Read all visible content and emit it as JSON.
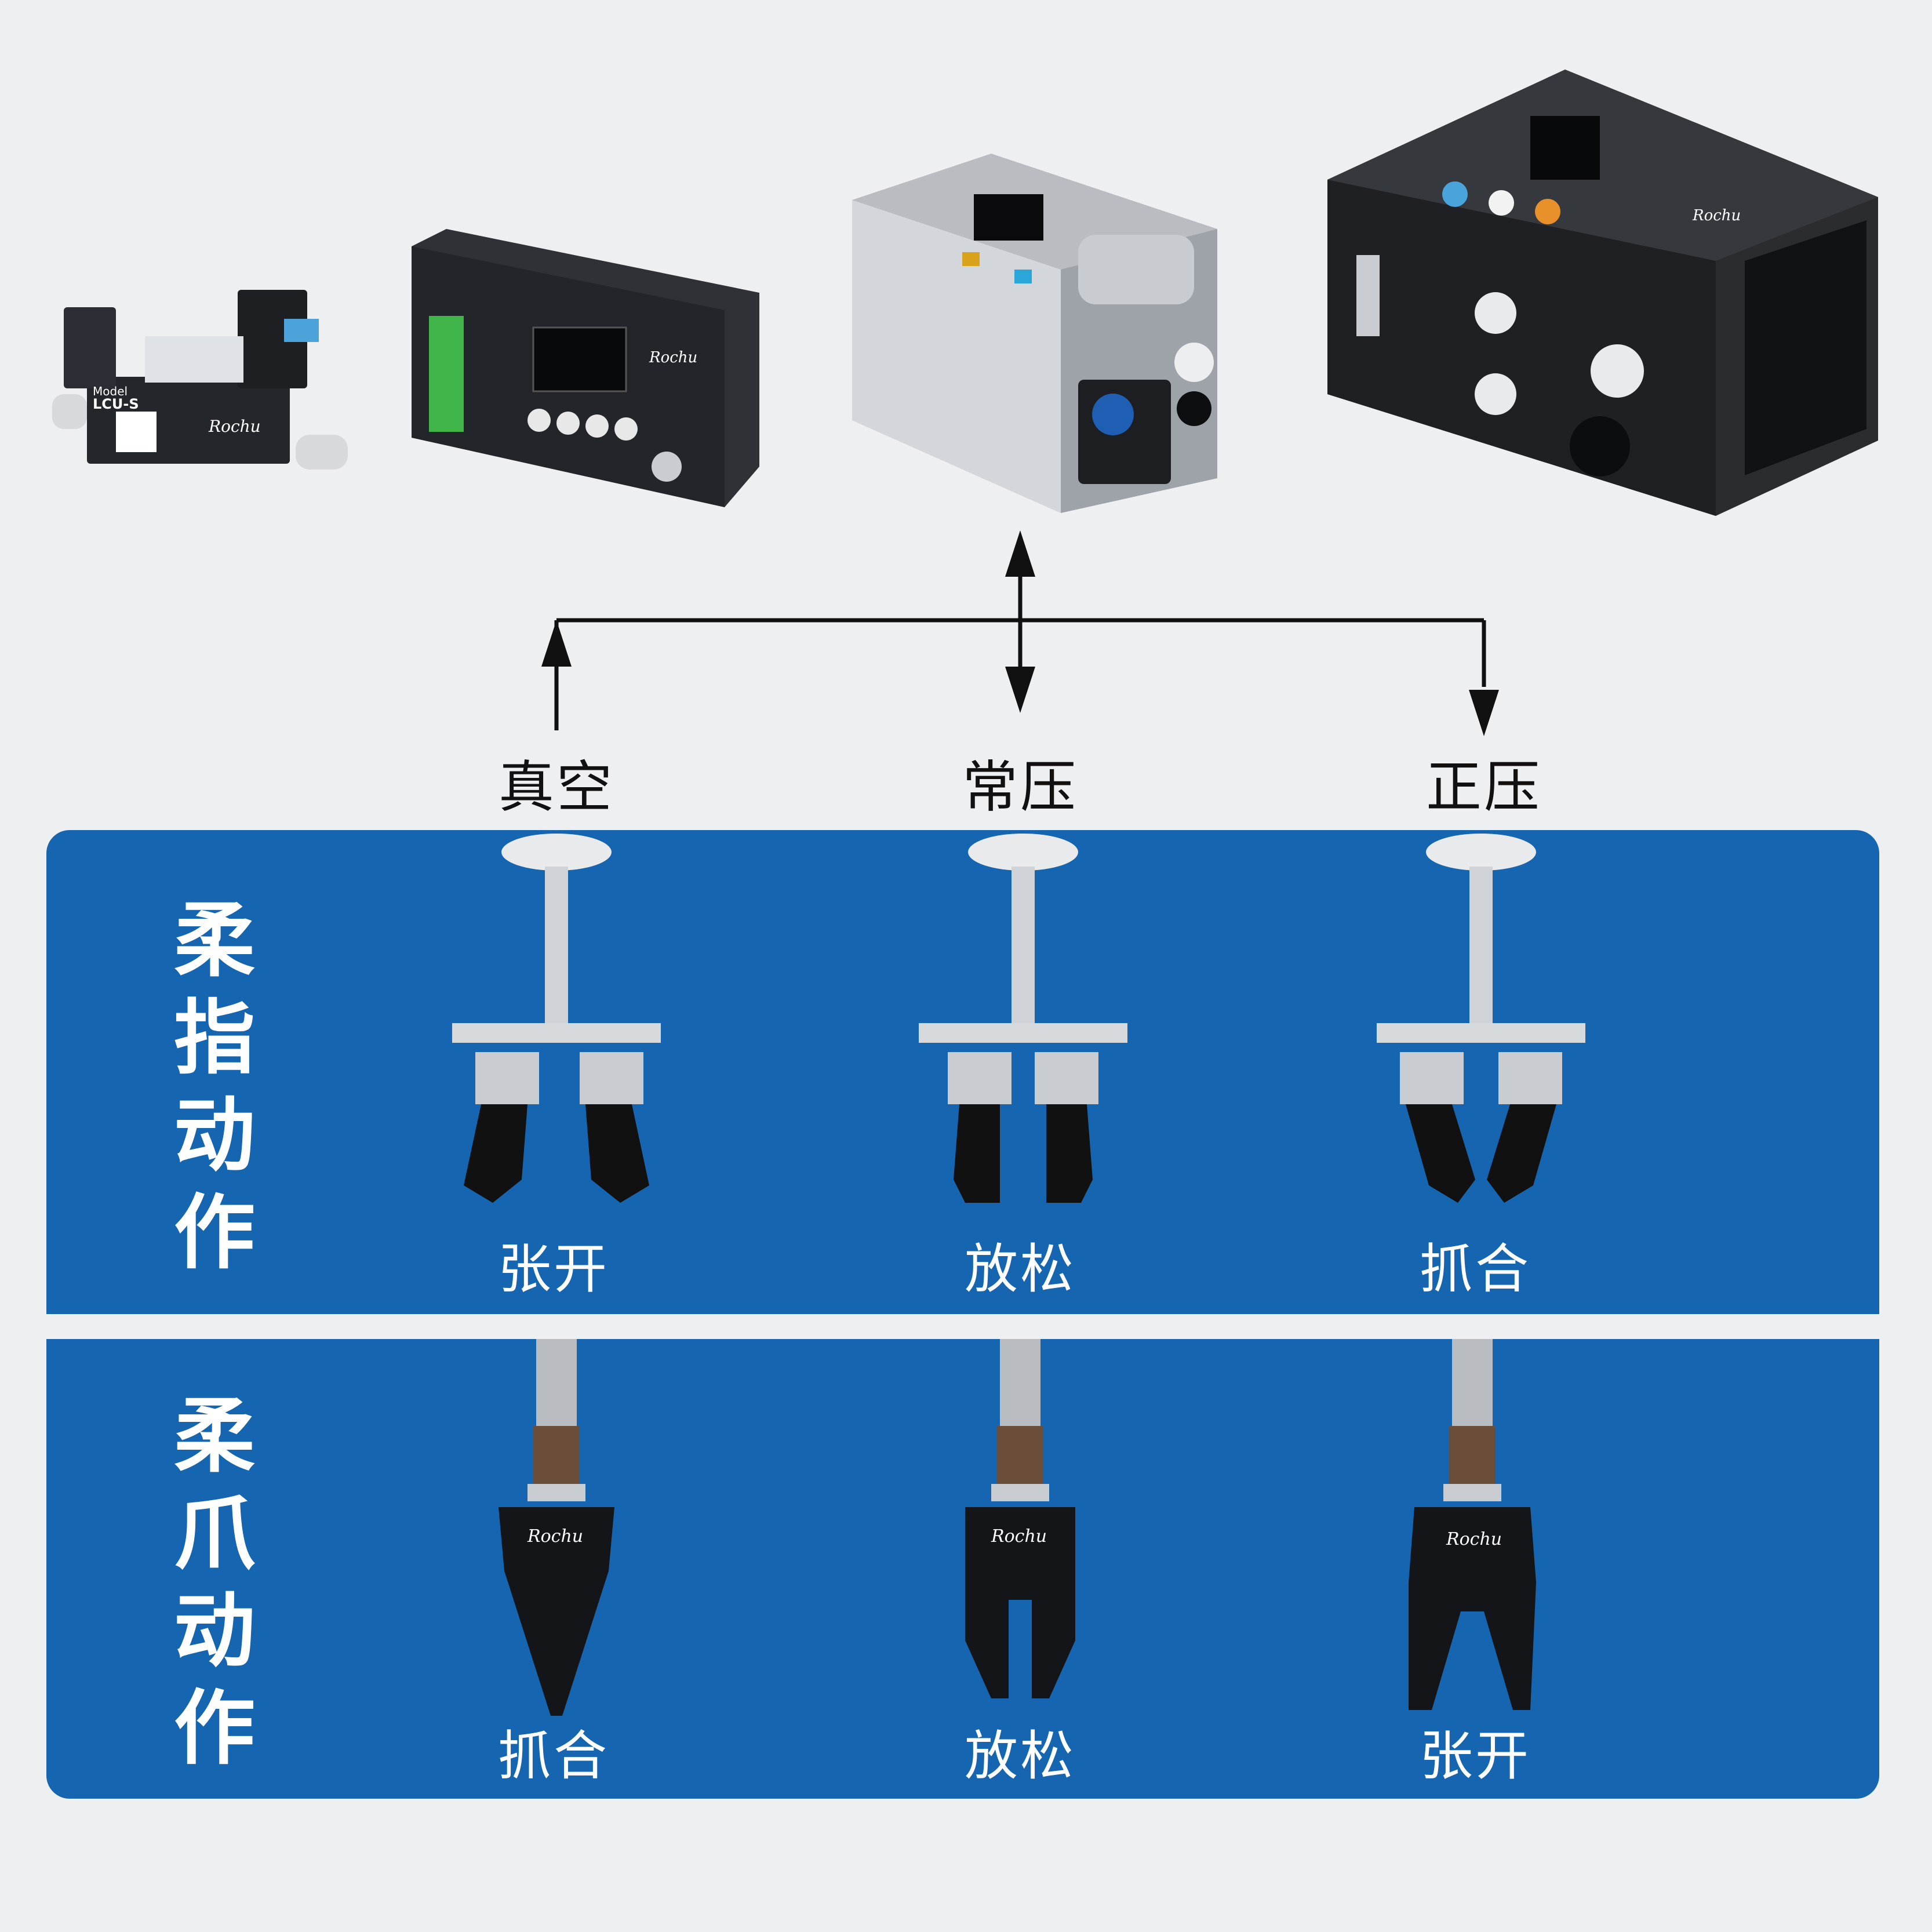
{
  "pressure_modes": [
    "真空",
    "常压",
    "正压"
  ],
  "soft_finger": {
    "title_chars": [
      "柔",
      "指",
      "动",
      "作"
    ],
    "states": [
      "张开",
      "放松",
      "抓合"
    ]
  },
  "soft_claw": {
    "title_chars": [
      "柔",
      "爪",
      "动",
      "作"
    ],
    "states": [
      "抓合",
      "放松",
      "张开"
    ]
  },
  "device_labels": {
    "valve_model": "Model",
    "valve_name": "LCU-S",
    "brand": "Rochu"
  },
  "colors": {
    "background": "#eeeff1",
    "panel": "#1565b0",
    "arrow": "#111111"
  }
}
